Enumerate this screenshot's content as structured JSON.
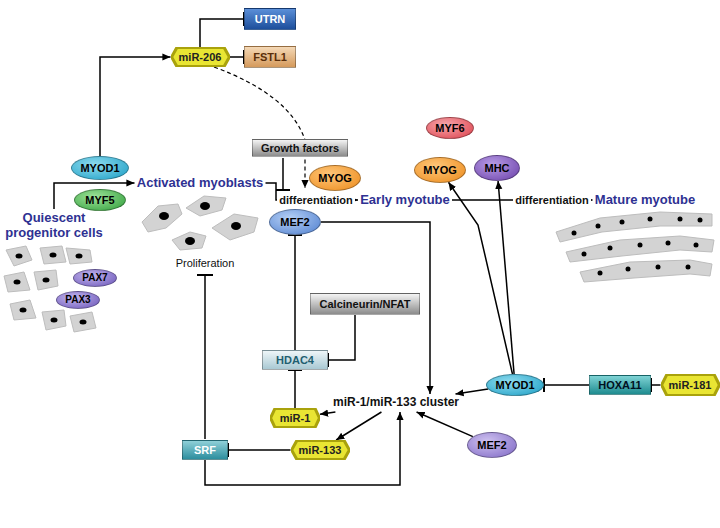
{
  "diagram": {
    "nodes": [
      {
        "text": [
          "Quiescent progenitor cells"
        ]
      },
      {
        "text": [
          "Activated myoblasts"
        ]
      },
      {
        "text": [
          "Early myotube"
        ]
      },
      {
        "text": [
          "Mature myotube"
        ]
      },
      {
        "text": [
          "MYOD1"
        ]
      },
      {
        "text": [
          "MYF5"
        ]
      },
      {
        "text": [
          "PAX7"
        ]
      },
      {
        "text": [
          "PAX3"
        ]
      },
      {
        "text": [
          "miR-206"
        ]
      },
      {
        "text": [
          "UTRN"
        ]
      },
      {
        "text": [
          "FSTL1"
        ]
      },
      {
        "text": [
          "Growth factors"
        ]
      },
      {
        "text": [
          "MYOG"
        ]
      },
      {
        "text": [
          "MEF2"
        ]
      },
      {
        "text": [
          "Calcineurin/NFAT"
        ]
      },
      {
        "text": [
          "HDAC4"
        ]
      },
      {
        "text": [
          "miR-1"
        ]
      },
      {
        "text": [
          "SRF"
        ]
      },
      {
        "text": [
          "miR-133"
        ]
      },
      {
        "text": [
          "miR-1/miR-133 cluster"
        ]
      },
      {
        "text": [
          "MYF6"
        ]
      },
      {
        "text": [
          "MYOG"
        ]
      },
      {
        "text": [
          "MHC"
        ]
      },
      {
        "text": [
          "MYOD1"
        ]
      },
      {
        "text": [
          "HOXA11"
        ]
      },
      {
        "text": [
          "miR-181"
        ]
      },
      {
        "text": [
          "MEF2"
        ]
      }
    ],
    "edges": [
      {
        "from": 0,
        "to": 1,
        "arrow": "to"
      },
      {
        "from": 4,
        "to": 8,
        "arrow": "to"
      },
      {
        "from": 8,
        "to": 9,
        "arrow": "to"
      },
      {
        "from": 8,
        "to": 10,
        "arrow": "to"
      },
      {
        "from": 1,
        "to": 2,
        "label": "differentiation",
        "arrow": "to"
      },
      {
        "from": 2,
        "to": 3,
        "label": "differentiation",
        "arrow": "to"
      },
      {
        "from": 15,
        "to": 13,
        "arrow": "to"
      },
      {
        "from": 14,
        "to": 15,
        "arrow": "to"
      },
      {
        "from": 16,
        "to": 15,
        "arrow": "to"
      },
      {
        "from": 13,
        "to": 19,
        "arrow": "to"
      },
      {
        "from": 19,
        "to": 16,
        "arrow": "to"
      },
      {
        "from": 19,
        "to": 18,
        "arrow": "to"
      },
      {
        "from": 18,
        "to": 17,
        "arrow": "to"
      },
      {
        "from": 17,
        "to": 19,
        "arrow": "to"
      },
      {
        "from": 24,
        "to": 23,
        "arrow": "to"
      },
      {
        "from": 25,
        "to": 24,
        "arrow": "to"
      },
      {
        "from": 23,
        "to": 19,
        "arrow": "to"
      },
      {
        "from": 26,
        "to": 19,
        "arrow": "to"
      },
      {
        "from": 23,
        "to": 21,
        "arrow": "to"
      },
      {
        "from": 23,
        "to": 22,
        "arrow": "to"
      }
    ],
    "labels": [
      "Proliferation"
    ]
  }
}
